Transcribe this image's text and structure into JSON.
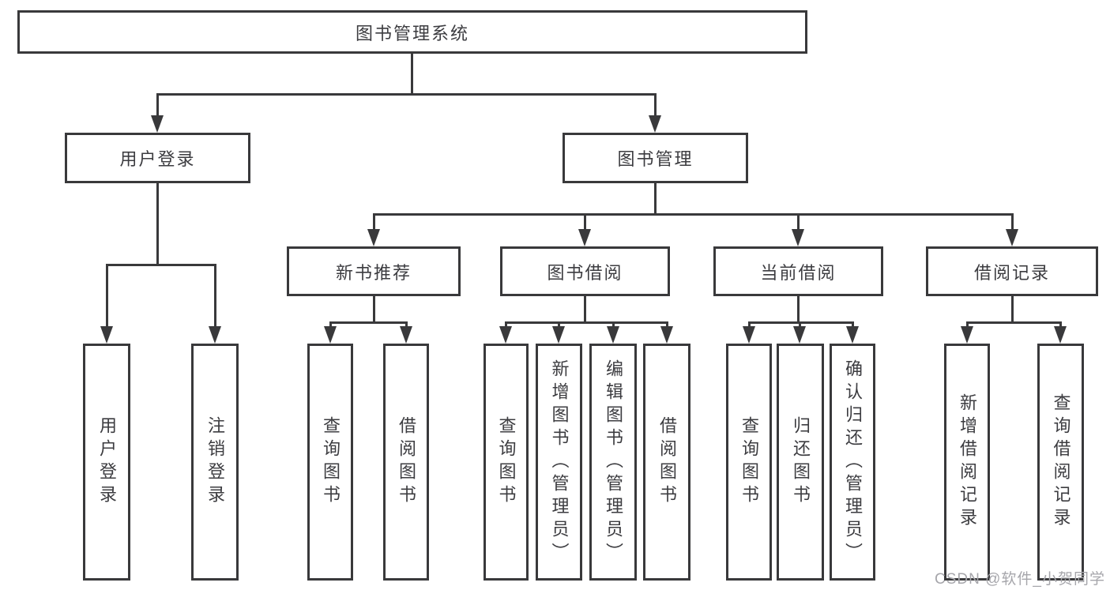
{
  "diagram": {
    "watermark": {
      "text": "CSDN @软件_小贺同学"
    },
    "colors": {
      "line": "#39393b",
      "text": "#3c3c40",
      "background": "#ffffff",
      "watermark": "#a6a6ab"
    },
    "tree": {
      "label": "图书管理系统",
      "children": [
        {
          "label": "用户登录",
          "children": [
            {
              "label": "用户登录"
            },
            {
              "label": "注销登录"
            }
          ]
        },
        {
          "label": "图书管理",
          "children": [
            {
              "label": "新书推荐",
              "children": [
                {
                  "label": "查询图书"
                },
                {
                  "label": "借阅图书"
                }
              ]
            },
            {
              "label": "图书借阅",
              "children": [
                {
                  "label": "查询图书"
                },
                {
                  "label": "新增图书（管理员）"
                },
                {
                  "label": "编辑图书（管理员）"
                },
                {
                  "label": "借阅图书"
                }
              ]
            },
            {
              "label": "当前借阅",
              "children": [
                {
                  "label": "查询图书"
                },
                {
                  "label": "归还图书"
                },
                {
                  "label": "确认归还（管理员）"
                }
              ]
            },
            {
              "label": "借阅记录",
              "children": [
                {
                  "label": "新增借阅记录"
                },
                {
                  "label": "查询借阅记录"
                }
              ]
            }
          ]
        }
      ]
    }
  }
}
